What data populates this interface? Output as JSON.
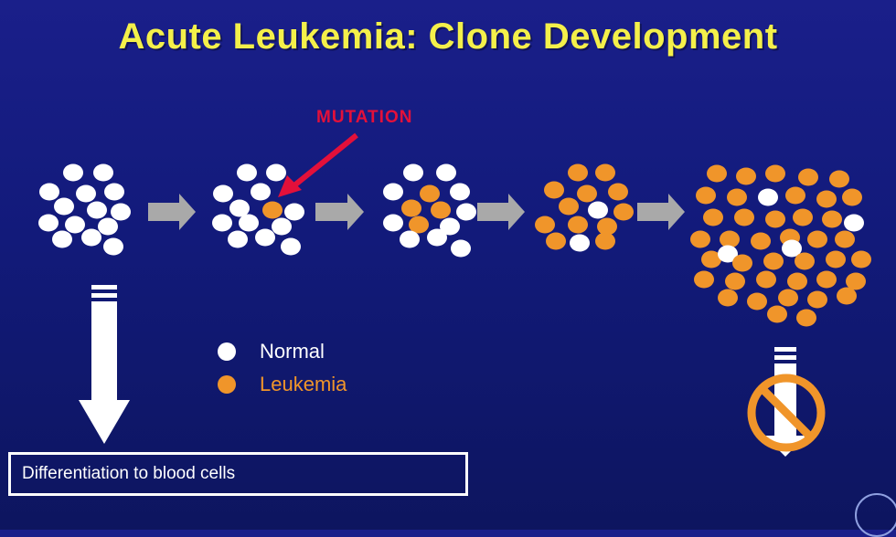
{
  "slide": {
    "title": "Acute Leukemia: Clone Development",
    "mutation_label": "MUTATION",
    "differentiation_label": "Differentiation to blood cells"
  },
  "legend": [
    {
      "label": "Normal",
      "color": "#ffffff"
    },
    {
      "label": "Leukemia",
      "color": "#f0952a"
    }
  ],
  "colors": {
    "normal_cell": "#ffffff",
    "leukemia_cell": "#f0952a",
    "mutation": "#e3103a",
    "title": "#f4f04a",
    "arrow": "#a9a9a9",
    "blocked": "#f0952a"
  },
  "icons": [
    "mutation-arrow-icon",
    "progression-arrow-icon",
    "down-arrow-icon",
    "no-entry-icon"
  ]
}
